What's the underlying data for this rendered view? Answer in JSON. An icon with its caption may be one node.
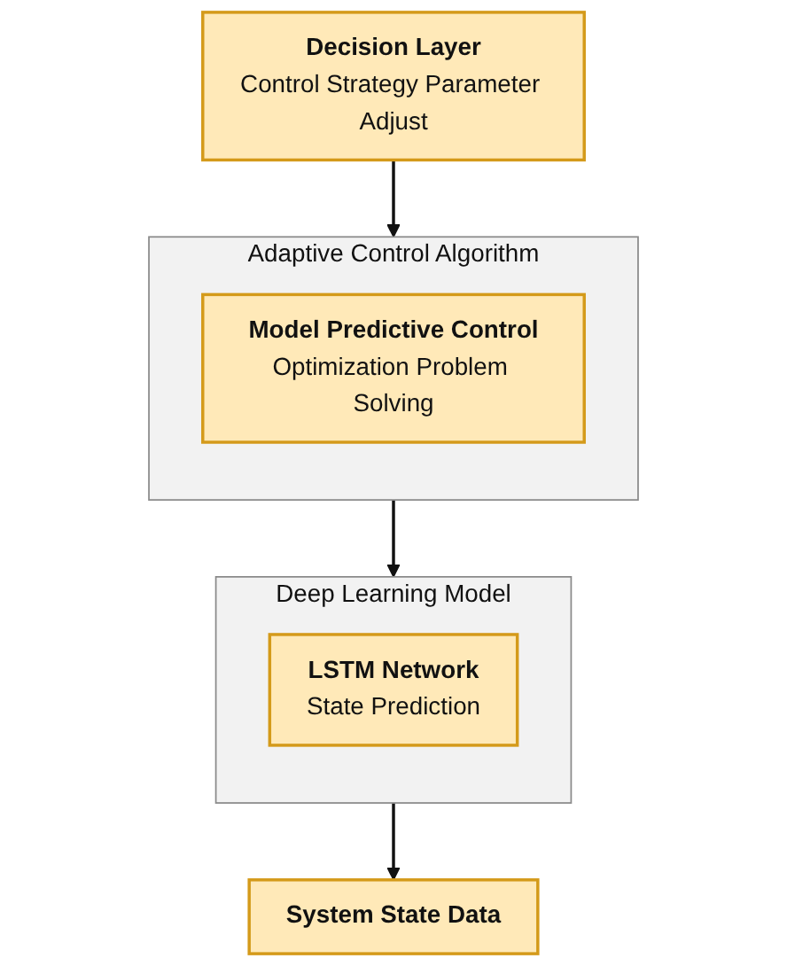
{
  "diagram": {
    "nodes": [
      {
        "text": [
          "Decision Layer",
          "Control Strategy Parameter Adjust"
        ]
      },
      {
        "text": [
          "Adaptive Control Algorithm"
        ]
      },
      {
        "text": [
          "Model Predictive Control",
          "Optimization Problem Solving"
        ],
        "in": 1
      },
      {
        "text": [
          "Deep Learning Model"
        ]
      },
      {
        "text": [
          "LSTM Network",
          "State Prediction"
        ],
        "in": 3
      },
      {
        "text": [
          "System State Data"
        ]
      }
    ],
    "edges": [
      {
        "from": 0,
        "to": 1,
        "arrow": "to"
      },
      {
        "from": 1,
        "to": 3,
        "arrow": "to"
      },
      {
        "from": 3,
        "to": 5,
        "arrow": "to"
      }
    ]
  }
}
